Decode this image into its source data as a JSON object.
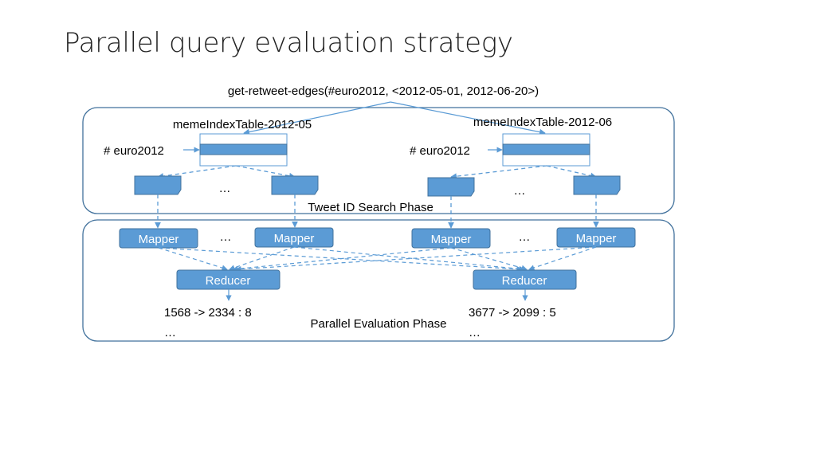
{
  "slide": {
    "title": "Parallel query evaluation strategy"
  },
  "diagram": {
    "query": "get-retweet-edges(#euro2012, <2012-05-01, 2012-06-20>)",
    "index_tables": [
      {
        "label": "memeIndexTable-2012-05",
        "key": "# euro2012"
      },
      {
        "label": "memeIndexTable-2012-06",
        "key": "# euro2012"
      }
    ],
    "ellipsis": "…",
    "mapper_label": "Mapper",
    "reducer_label": "Reducer",
    "phases": {
      "search": "Tweet ID Search Phase",
      "evaluation": "Parallel Evaluation Phase"
    },
    "outputs": [
      {
        "line1": "1568 -> 2334 : 8",
        "line2": "…"
      },
      {
        "line1": "3677 -> 2099 : 5",
        "line2": "…"
      }
    ]
  },
  "colors": {
    "accent": "#5B9BD5",
    "accent_dark": "#41719C",
    "border": "#2E75B6",
    "text": "#000000"
  }
}
